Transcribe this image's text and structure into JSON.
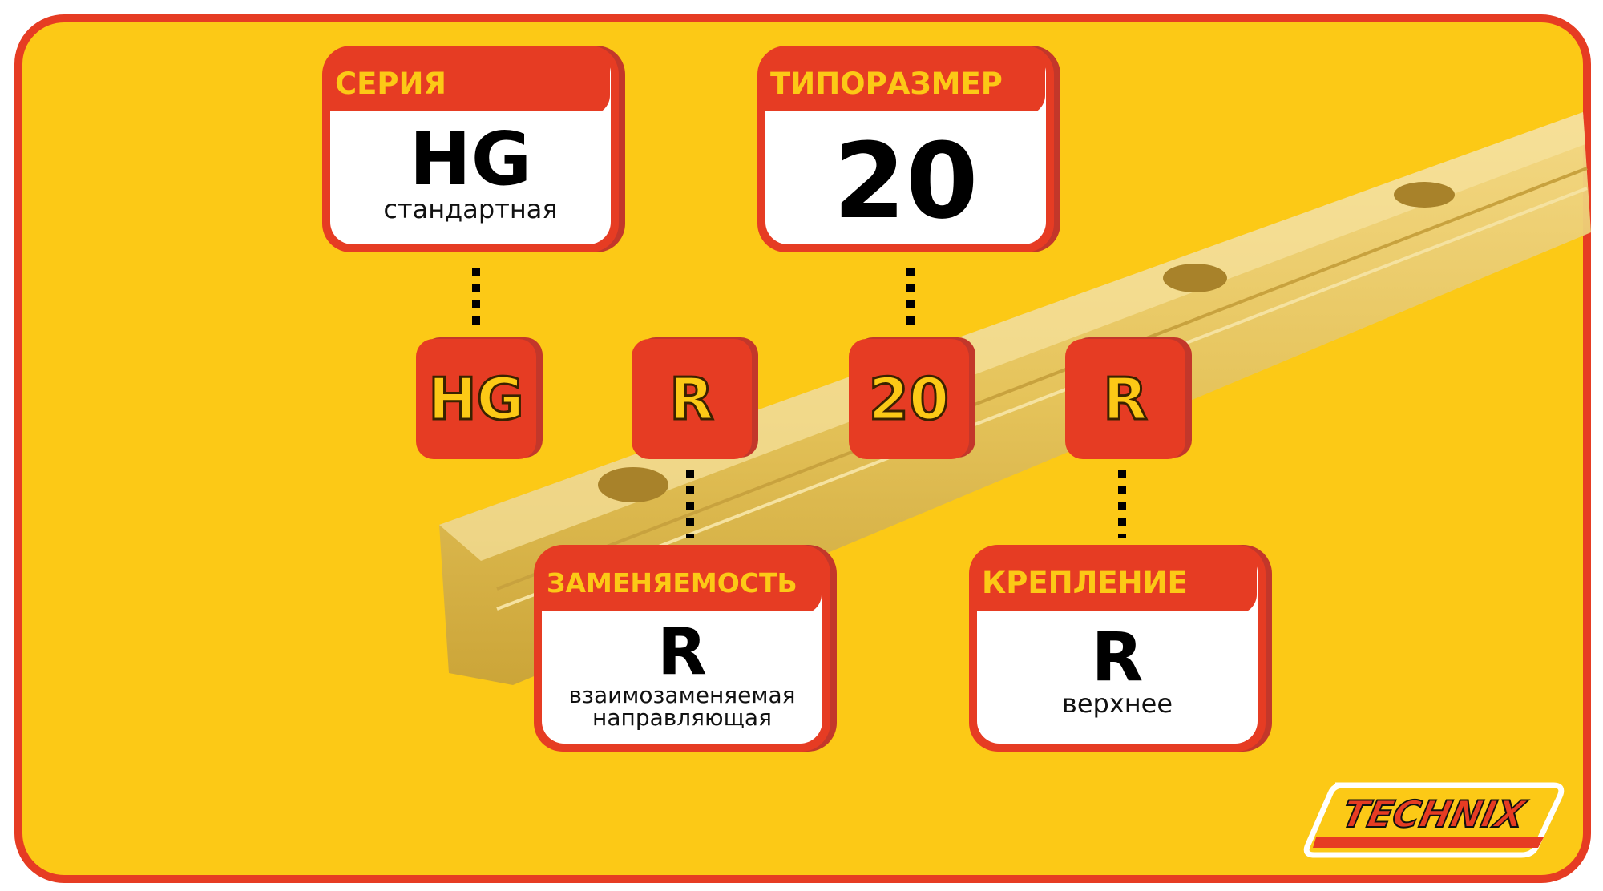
{
  "cards": [
    {
      "header": "СЕРИЯ",
      "value": "HG",
      "description": "стандартная"
    },
    {
      "header": "ТИПОРАЗМЕР",
      "value": "20",
      "description": ""
    },
    {
      "header": "ЗАМЕНЯЕМОСТЬ",
      "value": "R",
      "description": "взаимозаменяемая направляющая"
    },
    {
      "header": "КРЕПЛЕНИЕ",
      "value": "R",
      "description": "верхнее"
    }
  ],
  "code_badges": [
    "HG",
    "R",
    "20",
    "R"
  ],
  "logo": {
    "text": "TECHNIX"
  },
  "colors": {
    "background": "#fcc916",
    "accent": "#e63c23",
    "rail": "#e8c45a"
  }
}
